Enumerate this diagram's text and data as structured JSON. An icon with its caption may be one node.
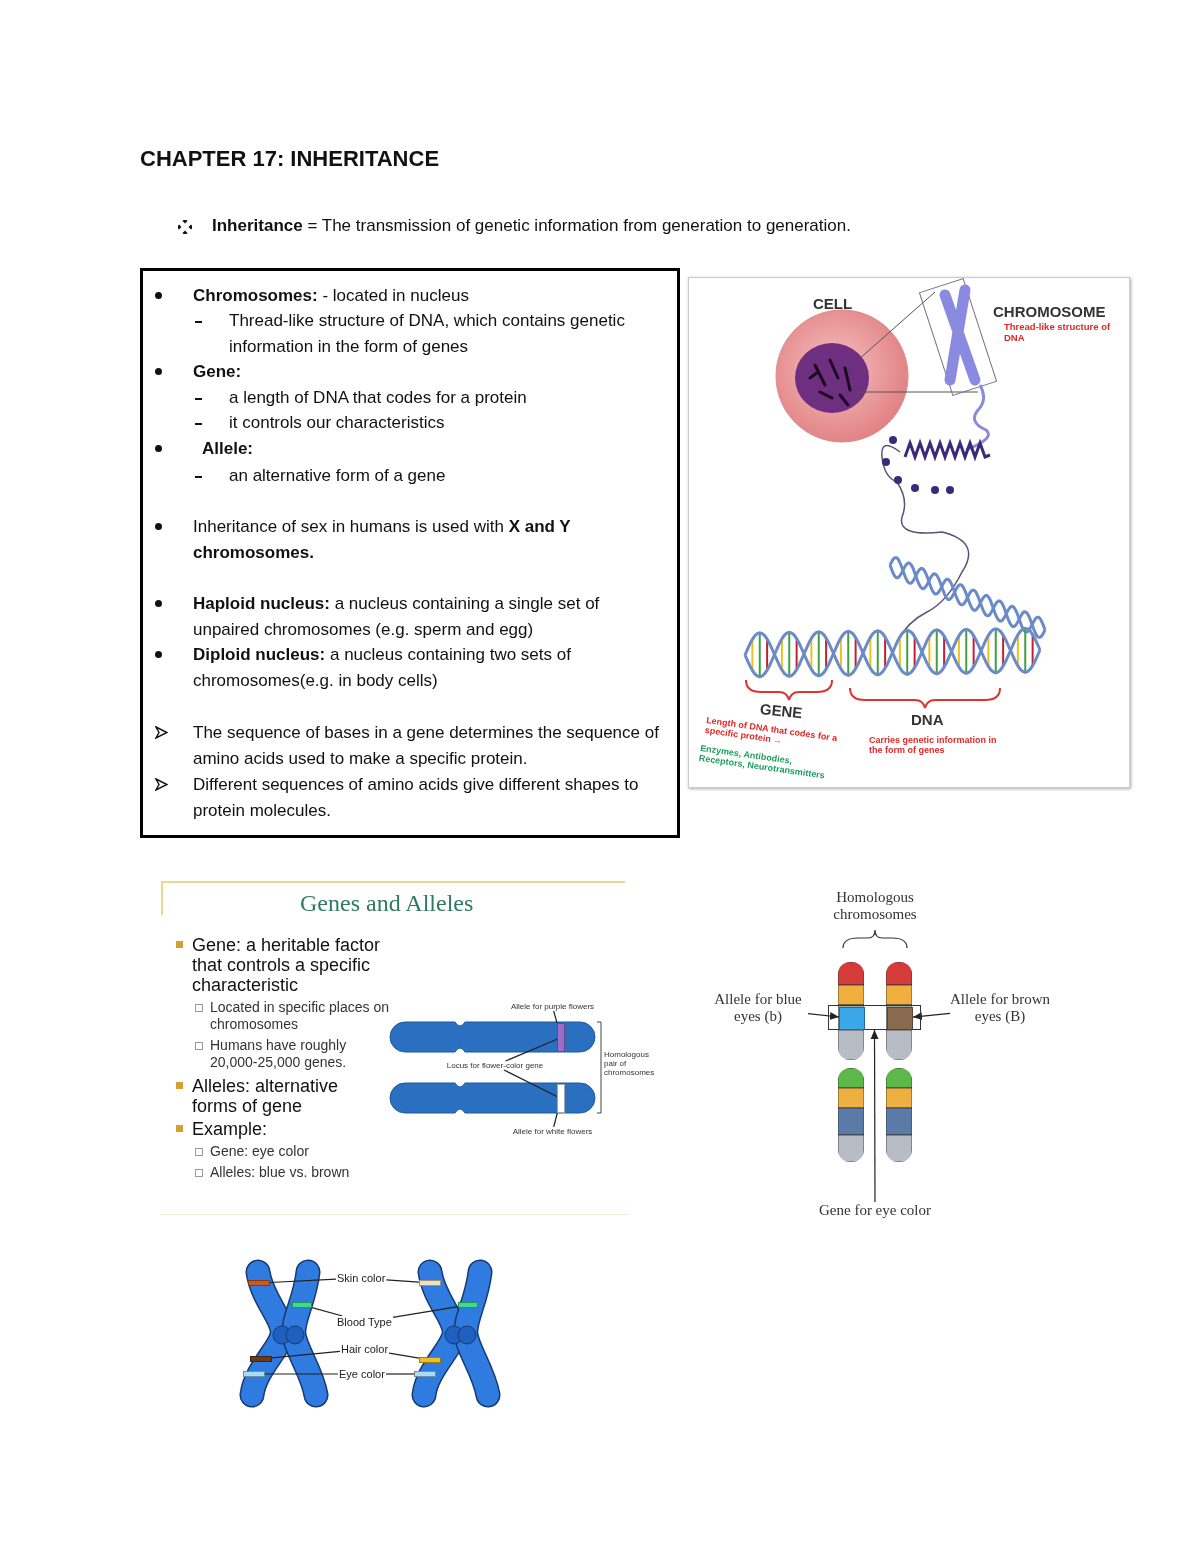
{
  "diagram": {
    "title": "CHAPTER 17: INHERITANCE",
    "nodes": [
      {
        "text": [
          "**Chromosomes:** - located in nucleus",
          "Thread-like structure of DNA, which contains genetic information in the form of genes",
          "Gene:",
          "a length of DNA that codes for a protein",
          "it controls our characteristics",
          "Allele:",
          "an alternative form of a gene",
          "Inheritance of sex in humans is used with **X and Y chromosomes.**",
          "**Haploid nucleus:** a nucleus containing a single set of unpaired chromosomes (e.g. sperm and egg)",
          "**Diploid nucleus:** a nucleus containing two sets of chromosomes(e.g. in body cells)",
          "The sequence of bases in a gene determines the sequence of amino acids used to make a specific protein.",
          "Different sequences of amino acids give different shapes to protein molecules."
        ]
      },
      {
        "text": [
          "CELL",
          "CHROMOSOME",
          "Thread-like structure of DNA",
          "GENE",
          "Length of DNA that codes for a specific protein →",
          "Enzymes, Antibodies, Receptors, Neurotransmitters",
          "DNA",
          "Carries genetic information in the form of genes"
        ]
      },
      {
        "text": [
          "Genes and Alleles",
          "Gene: a heritable factor that controls a specific characteristic",
          "Located in specific places on chromosomes",
          "Humans have roughly 20,000-25,000 genes.",
          "Alleles: alternative forms of gene",
          "Example:",
          "Gene: eye color",
          "Alleles: blue vs. brown",
          "Homologous pair of chromosomes"
        ]
      },
      {
        "text": [
          "Allele for purple flowers"
        ],
        "in": 2
      },
      {
        "text": [],
        "shape": "bar",
        "in": 2
      },
      {
        "text": [
          "Locus for flower-color gene"
        ],
        "in": 2
      },
      {
        "text": [],
        "shape": "bar",
        "in": 2
      },
      {
        "text": [
          "Allele for white flowers"
        ],
        "in": 2
      },
      {
        "text": [],
        "shape": "box"
      },
      {
        "text": [
          "Allele for blue eyes (b)"
        ]
      },
      {
        "text": [],
        "shape": "bar",
        "in": 8
      },
      {
        "text": [],
        "shape": "bar",
        "in": 8
      },
      {
        "text": [
          "Allele for brown eyes (B)"
        ]
      },
      {
        "text": [
          "Gene for eye color"
        ]
      },
      {
        "text": [],
        "shape": "bar"
      },
      {
        "text": [],
        "shape": "bar"
      },
      {
        "text": [],
        "shape": "bar"
      },
      {
        "text": [],
        "shape": "bar"
      },
      {
        "text": [
          "Skin color"
        ]
      },
      {
        "text": [
          "Blood Type"
        ]
      },
      {
        "text": [
          "Hair color"
        ]
      },
      {
        "text": [
          "Eye color"
        ]
      },
      {
        "text": [],
        "shape": "bar"
      },
      {
        "text": [],
        "shape": "bar"
      },
      {
        "text": [],
        "shape": "bar"
      },
      {
        "text": [],
        "shape": "bar"
      }
    ],
    "edges": [
      {
        "from": 3,
        "to": 4,
        "arrow": "none"
      },
      {
        "from": 5,
        "to": 4,
        "arrow": "none"
      },
      {
        "from": 5,
        "to": 6,
        "arrow": "none"
      },
      {
        "from": 7,
        "to": 6,
        "arrow": "none"
      },
      {
        "from": 9,
        "to": 10,
        "arrow": "to"
      },
      {
        "from": 12,
        "to": 11,
        "arrow": "to"
      },
      {
        "from": 13,
        "to": 8,
        "arrow": "to"
      },
      {
        "from": 18,
        "to": 14,
        "arrow": "none"
      },
      {
        "from": 18,
        "to": 22,
        "arrow": "none"
      },
      {
        "from": 19,
        "to": 15,
        "arrow": "none"
      },
      {
        "from": 19,
        "to": 23,
        "arrow": "none"
      },
      {
        "from": 20,
        "to": 16,
        "arrow": "none"
      },
      {
        "from": 20,
        "to": 24,
        "arrow": "none"
      },
      {
        "from": 21,
        "to": 17,
        "arrow": "none"
      },
      {
        "from": 21,
        "to": 25,
        "arrow": "none"
      }
    ],
    "labels": [
      "**Inheritance** = The transmission of genetic information from generation to generation.",
      "Homologous chromosomes"
    ]
  }
}
